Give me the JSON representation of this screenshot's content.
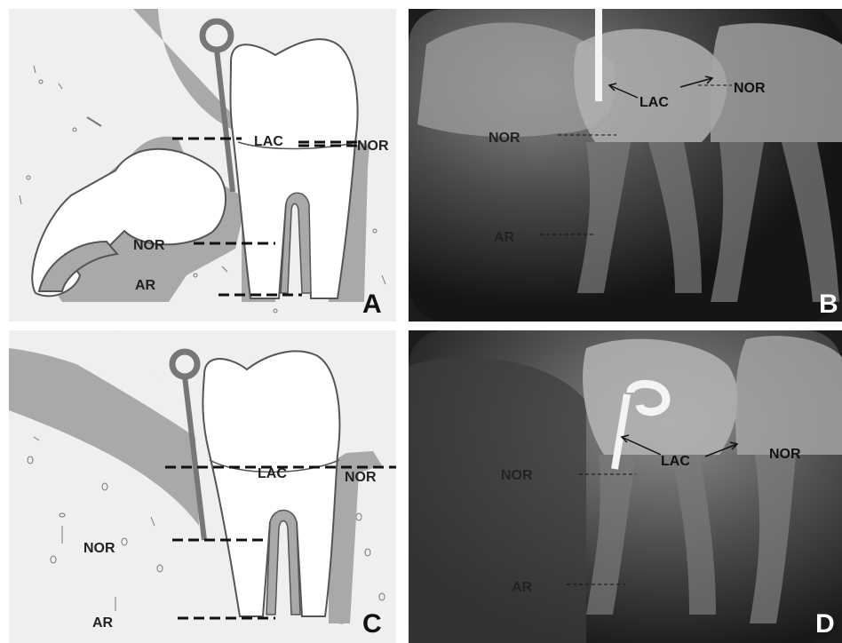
{
  "panels": {
    "A": {
      "letter": "A",
      "labels": {
        "lac": "LAC",
        "nor_top": "NOR",
        "nor_mid": "NOR",
        "ar": "AR"
      }
    },
    "B": {
      "letter": "B",
      "labels": {
        "lac": "LAC",
        "nor_right": "NOR",
        "nor_left": "NOR",
        "ar": "AR"
      }
    },
    "C": {
      "letter": "C",
      "labels": {
        "lac": "LAC",
        "nor_right": "NOR",
        "nor_left": "NOR",
        "ar": "AR"
      }
    },
    "D": {
      "letter": "D",
      "labels": {
        "lac": "LAC",
        "nor_right": "NOR",
        "nor_left": "NOR",
        "ar": "AR"
      }
    }
  },
  "colors": {
    "bone": "#efefef",
    "gum": "#a9a9a9",
    "tooth": "#ffffff",
    "outline": "#555555",
    "xray_bg": "#1c1c1c"
  }
}
